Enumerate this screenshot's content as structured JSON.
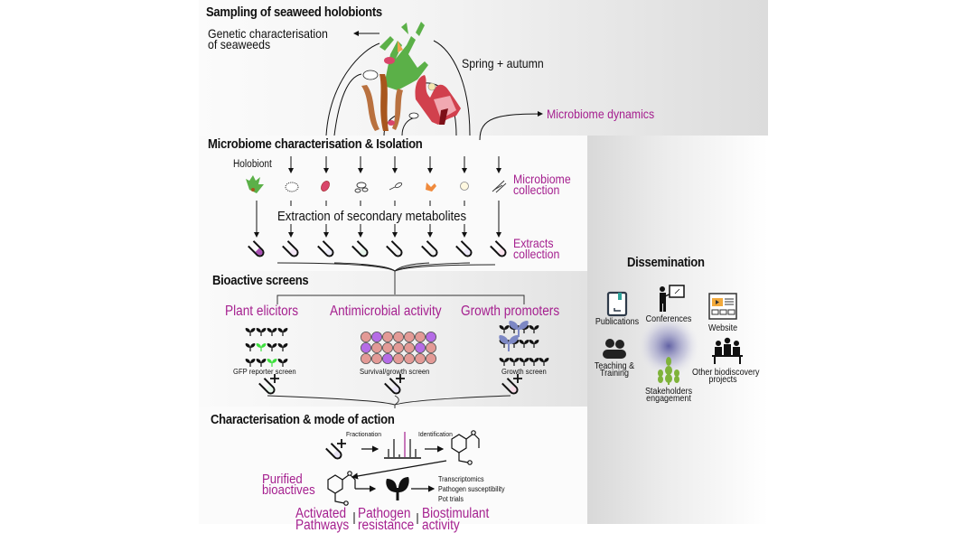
{
  "sections": {
    "sampling": {
      "title": "Sampling of seaweed holobionts",
      "genetic_line1": "Genetic characterisation",
      "genetic_line2": "of seaweeds",
      "season": "Spring + autumn",
      "dynamics": "Microbiome dynamics"
    },
    "microbiome": {
      "title": "Microbiome characterisation & Isolation",
      "holobiont_label": "Holobiont",
      "collection_line1": "Microbiome",
      "collection_line2": "collection",
      "extraction": "Extraction of secondary metabolites",
      "extracts_line1": "Extracts",
      "extracts_line2": "collection",
      "organisms": [
        "seaweed-holobiont",
        "bacterium-rod-ciliated",
        "bacterium-red",
        "bacteria-cluster",
        "flagellate",
        "fungus-orange",
        "yeast-cell",
        "filamentous-fungus"
      ],
      "tube_fills": [
        "#a94fb4",
        "#f3e6f5",
        "#ecebf8",
        "#e6f4ea",
        "#f1f1f1",
        "#f1f1f1",
        "#ece8f7",
        "#f9e3ee"
      ]
    },
    "bioactive": {
      "title": "Bioactive screens",
      "screens": [
        {
          "label": "Plant elicitors",
          "caption": "GFP reporter screen"
        },
        {
          "label": "Antimicrobial activity",
          "caption": "Survival/growth screen"
        },
        {
          "label": "Growth promoters",
          "caption": "Growth screen"
        }
      ]
    },
    "characterisation": {
      "title": "Characterisation & mode of action",
      "fractionation": "Fractionation",
      "identification": "Identification",
      "purified_line1": "Purified",
      "purified_line2": "bioactives",
      "assays": [
        "Transcriptomics",
        "Pathogen susceptibility",
        "Pot trials"
      ],
      "outcomes": [
        {
          "line1": "Activated",
          "line2": "Pathways"
        },
        {
          "line1": "Pathogen",
          "line2": "resistance"
        },
        {
          "line1": "Biostimulant",
          "line2": "activity"
        }
      ]
    },
    "dissemination": {
      "title": "Dissemination",
      "items": [
        {
          "label": "Publications",
          "icon": "book-icon"
        },
        {
          "label": "Conferences",
          "icon": "presenter-icon"
        },
        {
          "label": "Website",
          "icon": "website-icon"
        },
        {
          "label_line1": "Teaching &",
          "label_line2": "Training",
          "icon": "people-icon"
        },
        {
          "label_line1": "Stakeholders",
          "label_line2": "engagement",
          "icon": "wheat-icon"
        },
        {
          "label_line1": "Other biodiscovery",
          "label_line2": "projects",
          "icon": "meeting-icon"
        }
      ]
    }
  },
  "colors": {
    "accent_magenta": "#a5208f",
    "gfp_green": "#3ee03e",
    "purple_well": "#b56ce6",
    "pink_well": "#e39a96",
    "growth_blue": "#7d88c4",
    "seaweed_green": "#5bb048",
    "seaweed_brown": "#a8561d",
    "seaweed_red": "#d1404d"
  }
}
